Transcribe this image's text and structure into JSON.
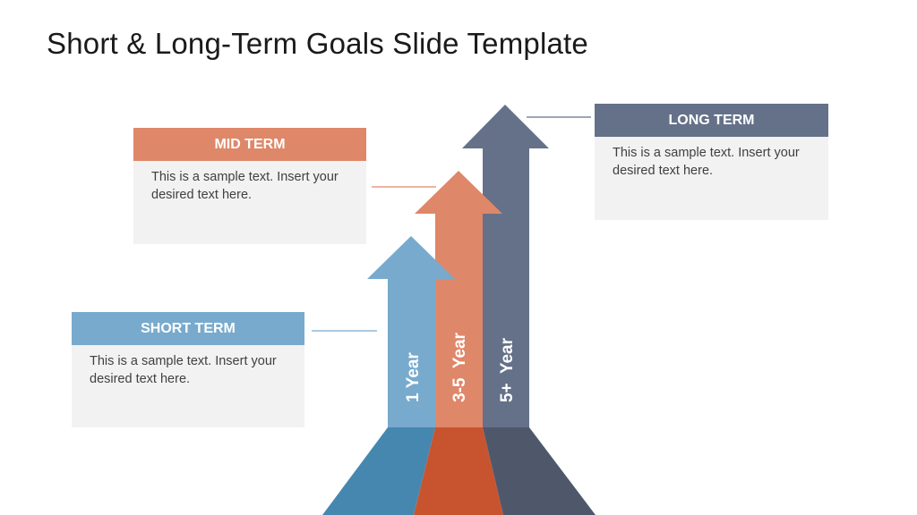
{
  "slide": {
    "title": "Short & Long-Term Goals Slide Template"
  },
  "colors": {
    "short": "#78aacd",
    "short_dark": "#4687b0",
    "mid": "#df8769",
    "mid_dark": "#c8542f",
    "long": "#657189",
    "long_dark": "#4f586b"
  },
  "cards": {
    "short": {
      "title": "SHORT TERM",
      "text_line1": "This is a sample text. Insert your",
      "text_line2": "desired text here."
    },
    "mid": {
      "title": "MID TERM",
      "text_line1": "This is a sample text. Insert your",
      "text_line2": "desired text here."
    },
    "long": {
      "title": "LONG TERM",
      "text_line1": "This is a sample text. Insert your",
      "text_line2": "desired text here."
    }
  },
  "arrows": {
    "short": "1 Year",
    "mid": "3-5  Year",
    "long": "5+  Year"
  }
}
